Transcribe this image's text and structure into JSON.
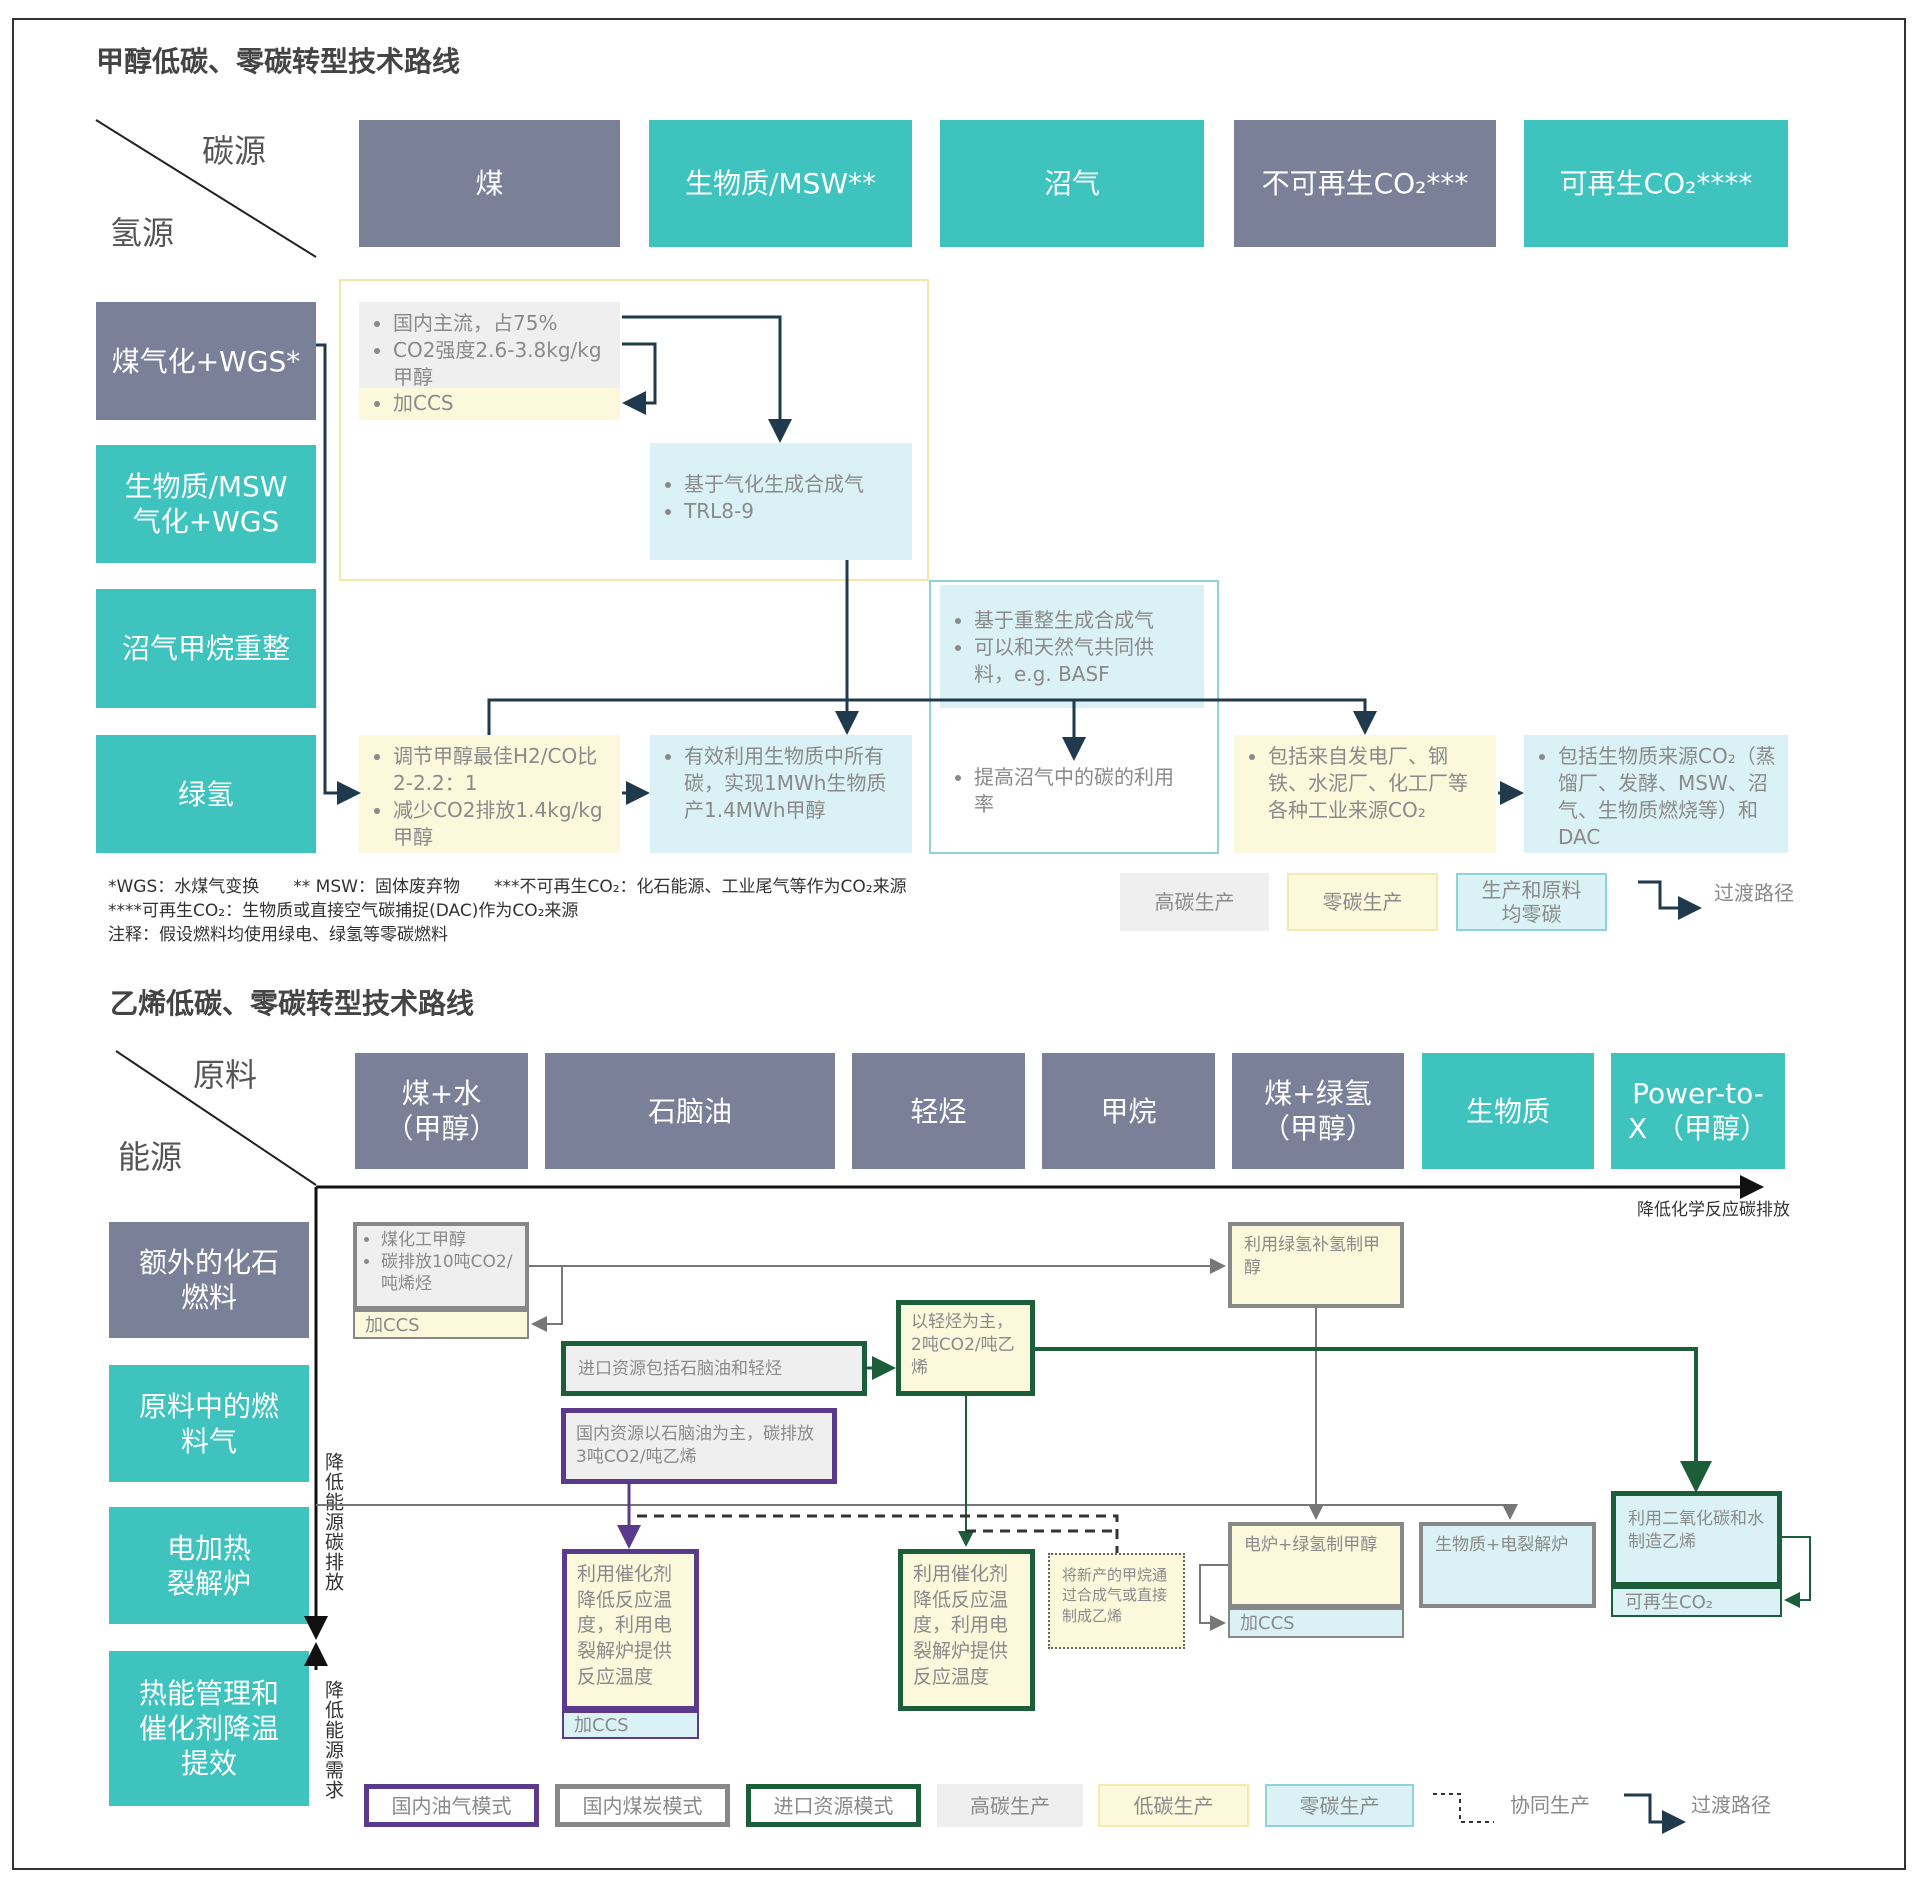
{
  "methanol": {
    "title": "甲醇低碳、零碳转型技术路线",
    "corner": {
      "top": "碳源",
      "bottom": "氢源"
    },
    "carbon_sources": [
      "煤",
      "生物质/MSW**",
      "沼气",
      "不可再生CO₂***",
      "可再生CO₂****"
    ],
    "hydrogen_sources": [
      "煤气化+WGS*",
      "生物质/MSW\n气化+WGS",
      "沼气甲烷重整",
      "绿氢"
    ],
    "coal_box": {
      "items": [
        "国内主流，占75%",
        "CO2强度2.6-3.8kg/kg甲醇"
      ],
      "ccs": "加CCS"
    },
    "biomass_gas_box": {
      "items": [
        "基于气化生成合成气",
        "TRL8-9"
      ]
    },
    "biogas_box": {
      "items": [
        "基于重整生成合成气",
        "可以和天然气共同供料，e.g. BASF"
      ]
    },
    "green_coal_box": {
      "items": [
        "调节甲醇最佳H2/CO比2-2.2：1",
        "减少CO2排放1.4kg/kg甲醇"
      ]
    },
    "green_biomass_box": {
      "items": [
        "有效利用生物质中所有碳，实现1MWh生物质产1.4MWh甲醇"
      ]
    },
    "green_biogas_box": {
      "items": [
        "提高沼气中的碳的利用率"
      ]
    },
    "green_nonrenew_box": {
      "items": [
        "包括来自发电厂、钢铁、水泥厂、化工厂等各种工业来源CO₂"
      ]
    },
    "green_renew_box": {
      "items": [
        "包括生物质来源CO₂（蒸馏厂、发酵、MSW、沼气、生物质燃烧等）和DAC"
      ]
    },
    "footnotes": [
      "*WGS：水煤气变换　　** MSW：固体废弃物　　***不可再生CO₂：化石能源、工业尾气等作为CO₂来源",
      "****可再生CO₂：生物质或直接空气碳捕捉(DAC)作为CO₂来源",
      "注释：假设燃料均使用绿电、绿氢等零碳燃料"
    ],
    "legend": {
      "high": "高碳生产",
      "zero": "零碳生产",
      "all_zero": "生产和原料\n均零碳",
      "transition": "过渡路径"
    }
  },
  "ethylene": {
    "title": "乙烯低碳、零碳转型技术路线",
    "corner": {
      "top": "原料",
      "bottom": "能源"
    },
    "feedstocks": [
      "煤+水\n（甲醇）",
      "石脑油",
      "轻烃",
      "甲烷",
      "煤+绿氢\n（甲醇）",
      "生物质",
      "Power-to-\nX （甲醇）"
    ],
    "energy": [
      "额外的化石\n燃料",
      "原料中的燃\n料气",
      "电加热\n裂解炉",
      "热能管理和\n催化剂降温\n提效"
    ],
    "x_axis_label": "降低化学反应碳排放",
    "y_axis_label_1": "降低能源碳排放",
    "y_axis_label_2": "降低能源需求",
    "coal_box": {
      "items": [
        "煤化工甲醇",
        "碳排放10吨CO2/吨烯烃"
      ],
      "ccs": "加CCS"
    },
    "green_h2_methanol": "利用绿氢补氢制甲醇",
    "import_box": "进口资源包括石脑油和轻烃",
    "light_hc_box": "以轻烃为主，2吨CO2/吨乙烯",
    "domestic_box": "国内资源以石脑油为主，碳排放3吨CO2/吨乙烯",
    "catalyst_purple": {
      "text": "利用催化剂降低反应温度，利用电裂解炉提供反应温度",
      "ccs": "加CCS"
    },
    "catalyst_green": "利用催化剂降低反应温度，利用电裂解炉提供反应温度",
    "methane_box": "将新产的甲烷通过合成气或直接制成乙烯",
    "furnace_box": {
      "text": "电炉+绿氢制甲醇",
      "ccs": "加CCS"
    },
    "biomass_box": "生物质+电裂解炉",
    "co2_box": {
      "text": "利用二氧化碳和水制造乙烯",
      "sub": "可再生CO₂"
    },
    "legend": {
      "oilgas": "国内油气模式",
      "coal": "国内煤炭模式",
      "import": "进口资源模式",
      "high": "高碳生产",
      "low": "低碳生产",
      "zero": "零碳生产",
      "co": "协同生产",
      "transition": "过渡路径"
    }
  },
  "colors": {
    "slate": "#7b8099",
    "teal": "#3ec3bf",
    "navy": "#1f3a4d",
    "purple": "#5b3a8c",
    "green": "#1d5e3a",
    "gray": "#8a8a8a"
  }
}
